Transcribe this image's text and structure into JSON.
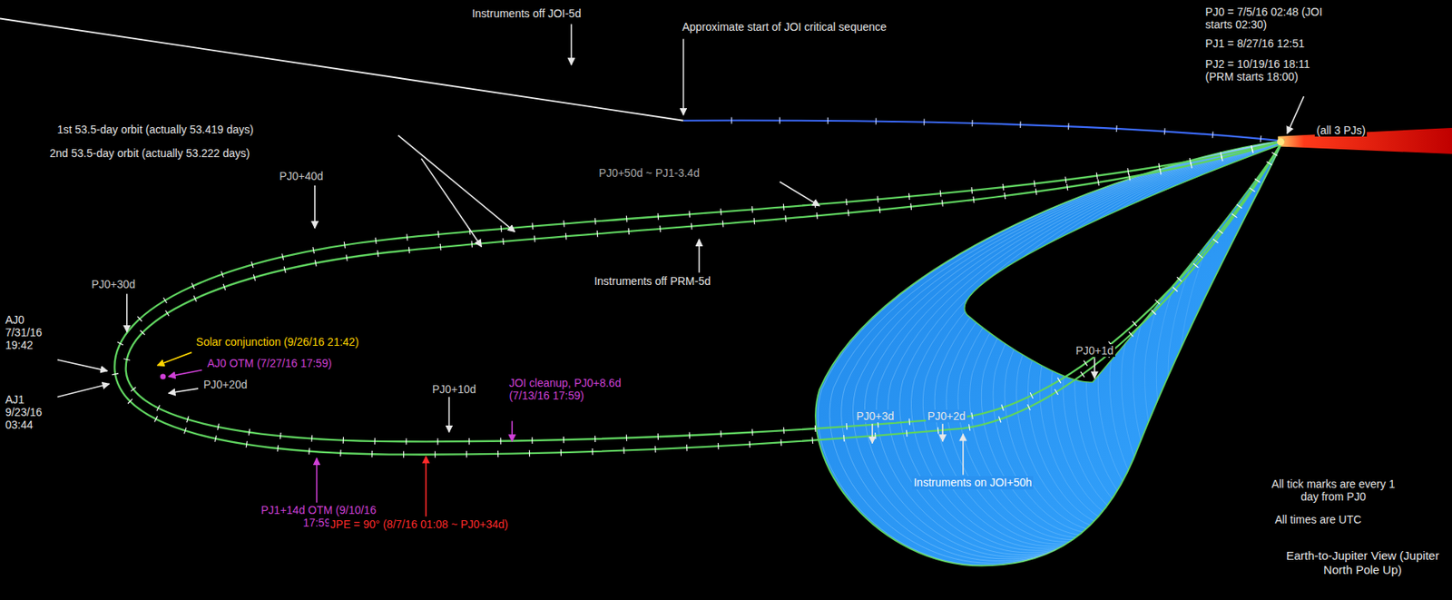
{
  "diagram": {
    "caption": "Earth-to-Jupiter View (Jupiter North Pole Up)",
    "labels": [
      "Instruments off JOI-5d",
      "Approximate start of JOI critical sequence",
      "PJ0 = 7/5/16 02:48 (JOI starts 02:30)",
      "PJ1 = 8/27/16 12:51",
      "PJ2 = 10/19/16 18:11 (PRM starts 18:00)",
      "1st 53.5-day orbit (actually 53.419 days)",
      "2nd 53.5-day orbit (actually 53.222 days)",
      "PJ0+50d ~ PJ1-3.4d",
      "PJ0+40d",
      "Instruments off PRM-5d",
      "(all 3 PJs)",
      "PJ0+30d",
      "AJ0 7/31/16 19:42",
      "Solar conjunction (9/26/16 21:42)",
      "AJ0 OTM (7/27/16 17:59)",
      "PJ0+20d",
      "AJ1 9/23/16 03:44",
      "PJ0+10d",
      "JOI cleanup, PJ0+8.6d (7/13/16 17:59)",
      "PJ0+3d",
      "PJ0+2d",
      "PJ0+1d",
      "Instruments on JOI+50h",
      "PJ1+14d OTM (9/10/16 17:59)",
      "JPE = 90° (8/7/16 01:08 ~ PJ0+34d)",
      "All tick marks are every 1 day from PJ0",
      "All times are UTC"
    ]
  }
}
